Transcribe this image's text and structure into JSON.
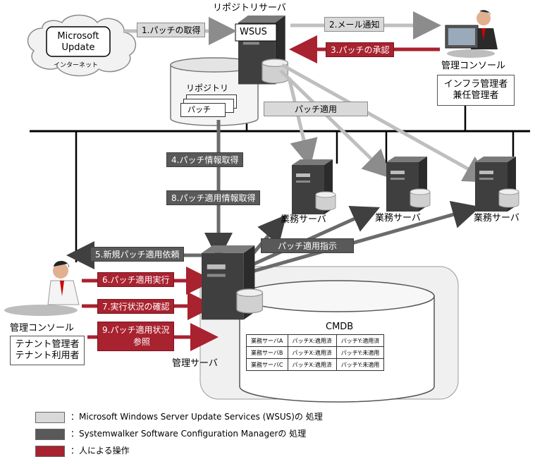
{
  "microsoft_update": {
    "line1": "Microsoft",
    "line2": "Update",
    "caption": "インターネット"
  },
  "repo_server": {
    "title": "リポジトリサーバ",
    "wsus_label": "WSUS"
  },
  "repository": {
    "label": "リポジトリ",
    "patch_label": "パッチ"
  },
  "admin_console_top": {
    "title": "管理コンソール",
    "role_line1": "インフラ管理者",
    "role_line2": "兼任管理者"
  },
  "admin_console_left": {
    "title": "管理コンソール",
    "role_line1": "テナント管理者",
    "role_line2": "テナント利用者"
  },
  "business_servers": [
    "業務サーバ",
    "業務サーバ",
    "業務サーバ"
  ],
  "management_server": {
    "title": "管理サーバ"
  },
  "steps": {
    "s1": "1.パッチの取得",
    "s2": "2.メール通知",
    "s3": "3.パッチの承認",
    "patch_apply": "パッチ適用",
    "s4": "4.パッチ情報取得",
    "s8": "8.パッチ適用情報取得",
    "s5": "5.新規パッチ適用依頼",
    "apply_instruction": "パッチ適用指示",
    "s6": "6.パッチ適用実行",
    "s7": "7.実行状況の確認",
    "s9_line1": "9.パッチ適用状況",
    "s9_line2": "参照"
  },
  "cmdb": {
    "title": "CMDB",
    "rows": [
      [
        "業務サーバA",
        "パッチX:適用済",
        "パッチY:適用済"
      ],
      [
        "業務サーバB",
        "パッチX:適用済",
        "パッチY:未適用"
      ],
      [
        "業務サーバC",
        "パッチX:適用済",
        "パッチY:未適用"
      ]
    ]
  },
  "legend": [
    {
      "label": "：Microsoft Windows Server Update Services (WSUS)の 処理",
      "color": "#d9d9d9"
    },
    {
      "label": "：Systemwalker Software Configuration Managerの 処理",
      "color": "#595959"
    },
    {
      "label": "：人による操作",
      "color": "#a8222f"
    }
  ]
}
